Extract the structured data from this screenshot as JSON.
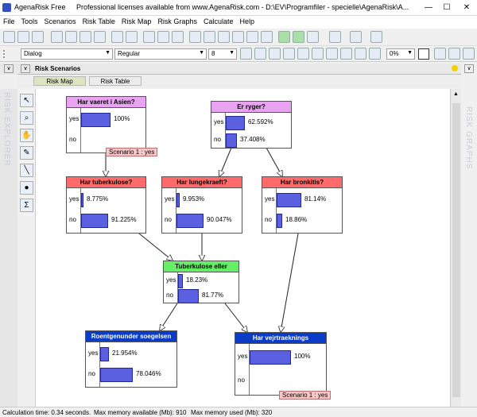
{
  "window": {
    "title": "AgenaRisk Free",
    "subtitle": "Professional licenses available from www.AgenaRisk.com - D:\\EV\\Programfiler - specielle\\AgenaRisk\\A...",
    "min": "—",
    "max": "☐",
    "close": "✕"
  },
  "menu": [
    "File",
    "Tools",
    "Scenarios",
    "Risk Table",
    "Risk Map",
    "Risk Graphs",
    "Calculate",
    "Help"
  ],
  "format": {
    "font": "Dialog",
    "style": "Regular",
    "size": "8",
    "percent": "0%"
  },
  "panel": {
    "title": "Risk Scenarios",
    "tabs": [
      "Risk Map",
      "Risk Table"
    ],
    "left_label": "RISK EXPLORER",
    "right_label": "RISK GRAPHS"
  },
  "nodes": [
    {
      "id": "asia",
      "title": "Har vaeret i Asien?",
      "header_color": "#e8a4f0",
      "states": [
        {
          "label": "yes",
          "value": 100,
          "text": "100%"
        },
        {
          "label": "no",
          "value": 0,
          "text": ""
        }
      ]
    },
    {
      "id": "smoker",
      "title": "Er ryger?",
      "header_color": "#e8a4f0",
      "states": [
        {
          "label": "yes",
          "value": 62.592,
          "text": "62.592%"
        },
        {
          "label": "no",
          "value": 37.408,
          "text": "37.408%"
        }
      ]
    },
    {
      "id": "tuber",
      "title": "Har tuberkulose?",
      "header_color": "#ff6a6a",
      "states": [
        {
          "label": "yes",
          "value": 8.775,
          "text": "8.775%"
        },
        {
          "label": "no",
          "value": 91.225,
          "text": "91.225%"
        }
      ]
    },
    {
      "id": "lung",
      "title": "Har lungekraeft?",
      "header_color": "#ff6a6a",
      "states": [
        {
          "label": "yes",
          "value": 9.953,
          "text": "9.953%"
        },
        {
          "label": "no",
          "value": 90.047,
          "text": "90.047%"
        }
      ]
    },
    {
      "id": "bronch",
      "title": "Har bronkitis?",
      "header_color": "#ff6a6a",
      "states": [
        {
          "label": "yes",
          "value": 81.14,
          "text": "81.14%"
        },
        {
          "label": "no",
          "value": 18.86,
          "text": "18.86%"
        }
      ]
    },
    {
      "id": "either",
      "title": "Tuberkulose eller",
      "header_color": "#66ee66",
      "states": [
        {
          "label": "yes",
          "value": 18.23,
          "text": "18.23%"
        },
        {
          "label": "no",
          "value": 81.77,
          "text": "81.77%"
        }
      ]
    },
    {
      "id": "xray",
      "title": "Roentgenunder soegelsen",
      "header_color": "#0a3cc8",
      "states": [
        {
          "label": "yes",
          "value": 21.954,
          "text": "21.954%"
        },
        {
          "label": "no",
          "value": 78.046,
          "text": "78.046%"
        }
      ]
    },
    {
      "id": "dysp",
      "title": "Har vejrtraeknings",
      "header_color": "#0a3cc8",
      "states": [
        {
          "label": "yes",
          "value": 100,
          "text": "100%"
        },
        {
          "label": "no",
          "value": 0,
          "text": ""
        }
      ]
    }
  ],
  "scenarios": {
    "asia": "Scenario 1 : yes",
    "dysp": "Scenario 1 : yes"
  },
  "status": {
    "calc_time": "Calculation time: 0.34 seconds.",
    "mem_avail": "Max memory available (Mb): 910",
    "mem_used": "Max memory used (Mb): 320"
  }
}
